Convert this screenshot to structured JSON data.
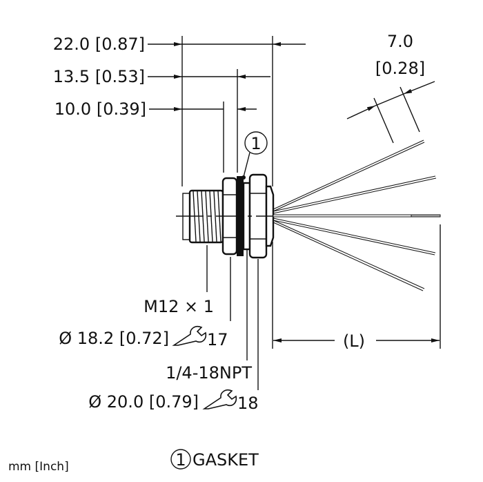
{
  "drawing": {
    "units_note": "mm [Inch]",
    "dimensions": {
      "overall_length": "22.0 [0.87]",
      "mid_length": "13.5 [0.53]",
      "short_length": "10.0 [0.39]",
      "wire_strip_mm": "7.0",
      "wire_strip_in": "[0.28]",
      "cable_length": "(L)"
    },
    "callouts": {
      "thread": "M12 × 1",
      "nut1_diameter": "Ø 18.2 [0.72]",
      "nut1_wrench": "17",
      "pipe_thread": "1/4-18NPT",
      "nut2_diameter": "Ø 20.0 [0.79]",
      "nut2_wrench": "18"
    },
    "legend": {
      "item_number": "1",
      "item_label": "GASKET"
    },
    "balloon_number": "1",
    "wire_count": 5
  }
}
